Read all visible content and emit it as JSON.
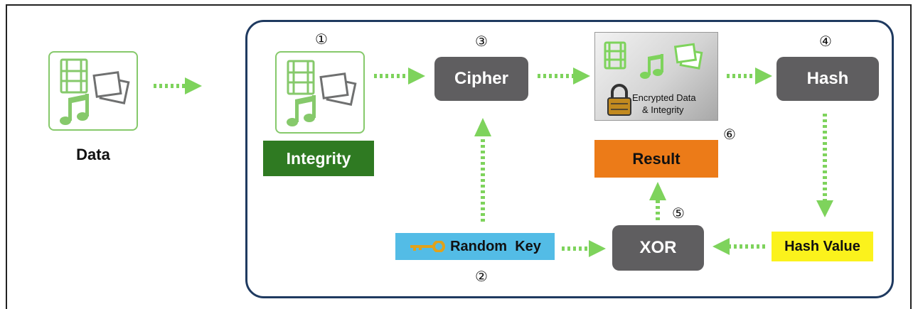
{
  "data_label": "Data",
  "integrity_label": "Integrity",
  "cipher_label": "Cipher",
  "encrypted_line1": "Encrypted Data",
  "encrypted_line2": "& Integrity",
  "hash_label": "Hash",
  "hash_value_label": "Hash Value",
  "xor_label": "XOR",
  "random_key_label": "Random  Key",
  "result_label": "Result",
  "markers": {
    "m1": "①",
    "m2": "②",
    "m3": "③",
    "m4": "④",
    "m5": "⑤",
    "m6": "⑥"
  },
  "colors": {
    "arrow": "#7ed35c",
    "integrity_bg": "#2f7a22",
    "result_bg": "#ec7b18",
    "hash_value_bg": "#fbf21c",
    "random_key_bg": "#53bce6",
    "grey_box": "#5f5e60",
    "panel_border": "#1f3a60"
  },
  "icons": [
    "film-icon",
    "music-note-icon",
    "photos-icon",
    "lock-icon",
    "key-icon"
  ]
}
